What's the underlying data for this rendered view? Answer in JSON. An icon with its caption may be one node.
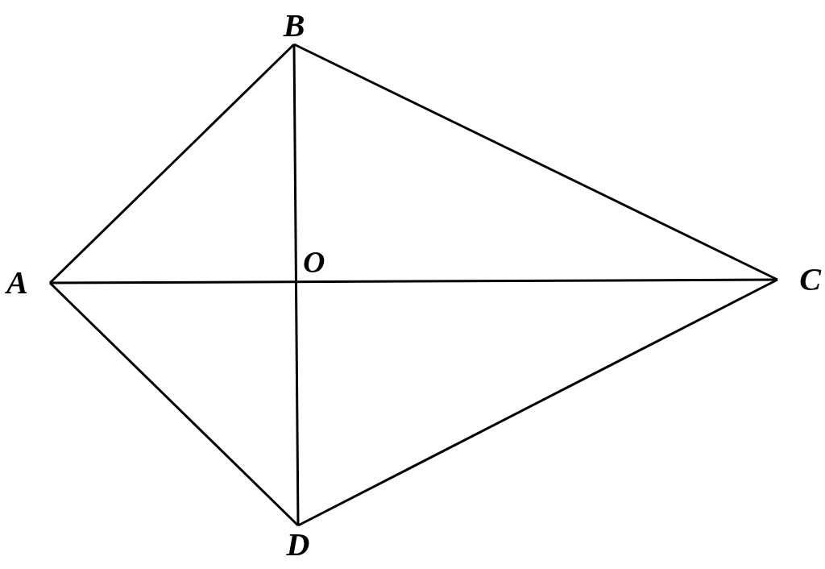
{
  "diagram": {
    "nodes": [
      {
        "text": [
          "A"
        ]
      },
      {
        "text": [
          "B"
        ]
      },
      {
        "text": [
          "C"
        ]
      },
      {
        "text": [
          "D"
        ]
      }
    ],
    "edges": [
      {
        "from": 0,
        "to": 1,
        "arrow": "none"
      },
      {
        "from": 1,
        "to": 2,
        "arrow": "none"
      },
      {
        "from": 2,
        "to": 3,
        "arrow": "none"
      },
      {
        "from": 3,
        "to": 0,
        "arrow": "none"
      },
      {
        "from": 0,
        "to": 2,
        "arrow": "none"
      },
      {
        "from": 1,
        "to": 3,
        "arrow": "none"
      }
    ],
    "labels": [
      "O"
    ]
  }
}
